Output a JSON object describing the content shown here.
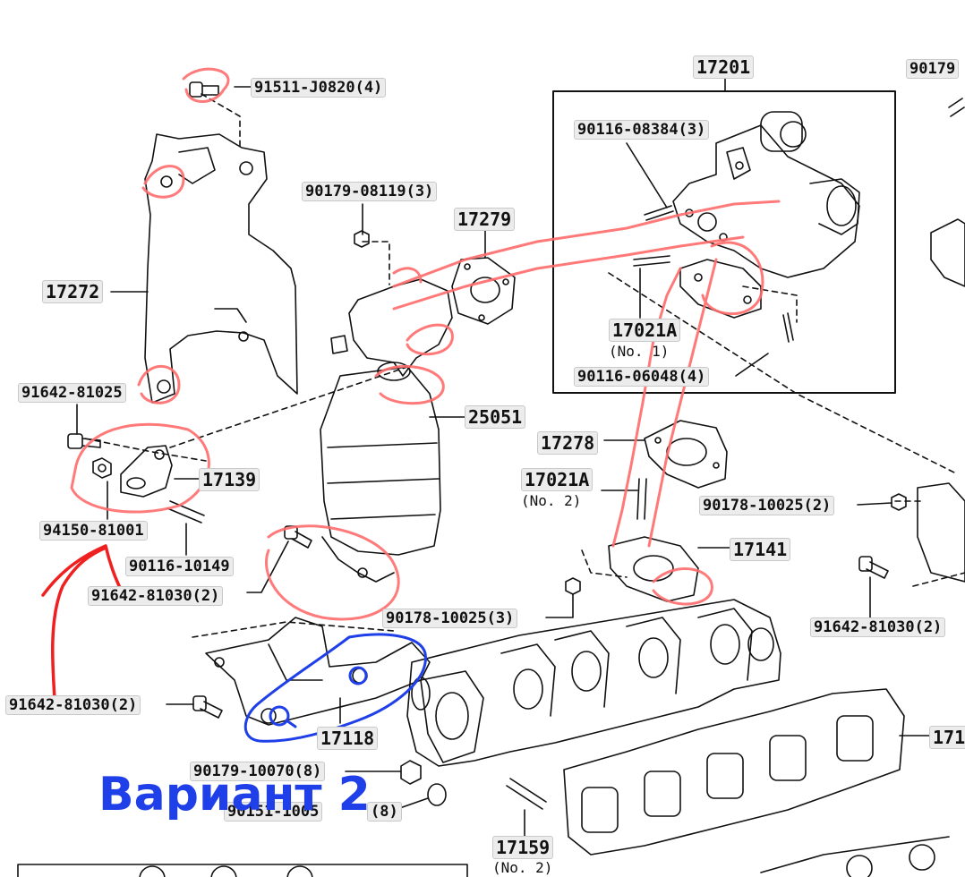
{
  "labels": {
    "p17201": "17201",
    "p90179_top": "90179",
    "p91511": "91511-J0820(4)",
    "p90116_08384": "90116-08384(3)",
    "p90179_08119": "90179-08119(3)",
    "p17279": "17279",
    "p17272": "17272",
    "p17021A_1": "17021A",
    "p17021A_1_sub": "(No. 1)",
    "p90116_06048": "90116-06048(4)",
    "p91642_81025": "91642-81025",
    "p25051": "25051",
    "p17278": "17278",
    "p17139": "17139",
    "p17021A_2": "17021A",
    "p17021A_2_sub": "(No. 2)",
    "p90178_10025_r": "90178-10025(2)",
    "p94150": "94150-81001",
    "p17141": "17141",
    "p90116_10149": "90116-10149",
    "p91642_81030_mid": "91642-81030(2)",
    "p90178_10025_c": "90178-10025(3)",
    "p91642_81030_r": "91642-81030(2)",
    "p91642_81030_l": "91642-81030(2)",
    "p17118": "17118",
    "p171_edge": "171",
    "p90179_10070": "90179-10070(8)",
    "p_hidden": "90151-1005",
    "p_hidden_qty": "(8)",
    "p17159": "17159",
    "p17159_sub": "(No. 2)"
  },
  "annotation_text": "Вариант 2",
  "colors": {
    "red_markup": "#ff6b6b",
    "red_arrow": "#ef2020",
    "blue_markup": "#1f3fe8",
    "line": "#111111",
    "label_bg": "#ececec"
  }
}
